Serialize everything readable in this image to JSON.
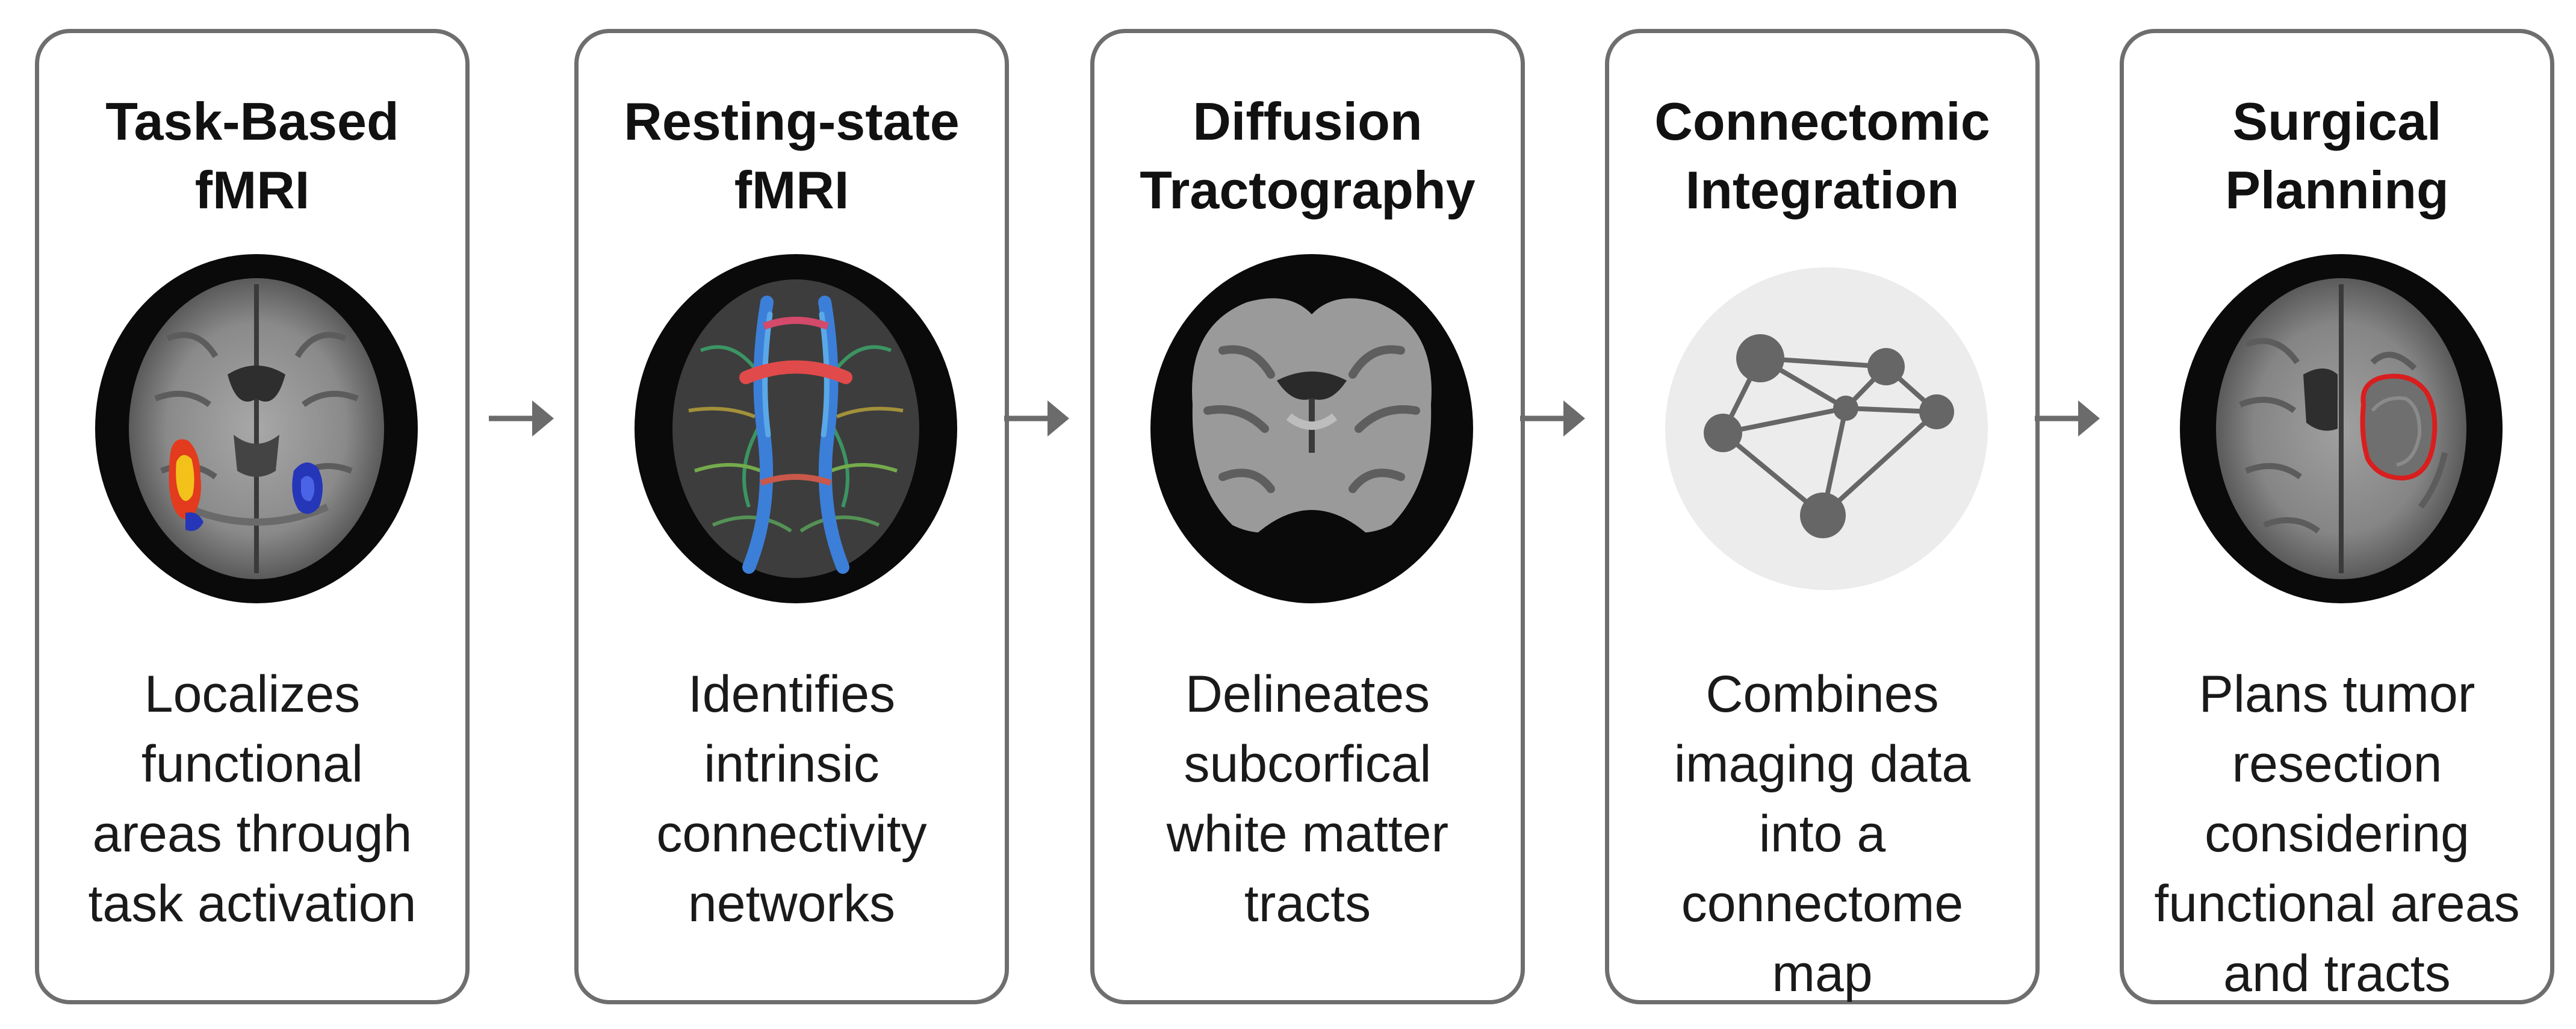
{
  "steps": [
    {
      "title": "Task-Based\nfMRI",
      "description": "Localizes\nfunctional\nareas through\ntask activation",
      "icon": "brain-activation-icon"
    },
    {
      "title": "Resting-state\nfMRI",
      "description": "Identifies\nintrinsic\nconnectivity\nnetworks",
      "icon": "brain-connectivity-icon"
    },
    {
      "title": "Diffusion\nTractography",
      "description": "Delineates\nsubcorfical\nwhite matter\ntracts",
      "icon": "brain-white-matter-icon"
    },
    {
      "title": "Connectomic\nIntegration",
      "description": "Combines\nimaging data\ninto a\nconnectome\nmap",
      "icon": "network-graph-icon"
    },
    {
      "title": "Surgical\nPlanning",
      "description": "Plans tumor\nresection\nconsidering\nfunctional areas\nand tracts",
      "icon": "brain-tumor-outline-icon"
    }
  ],
  "arrows": [
    "arrow-right-icon",
    "arrow-right-icon",
    "arrow-right-icon",
    "arrow-right-icon"
  ],
  "colors": {
    "card_border": "#6e6e6e",
    "arrow": "#6b6b6b",
    "activation_hot": "#f2c21b",
    "activation_red": "#e23b1e",
    "activation_cold": "#2536b8",
    "tumor_outline": "#d81e1e",
    "network_node": "#666666",
    "network_bg": "#ececec"
  }
}
